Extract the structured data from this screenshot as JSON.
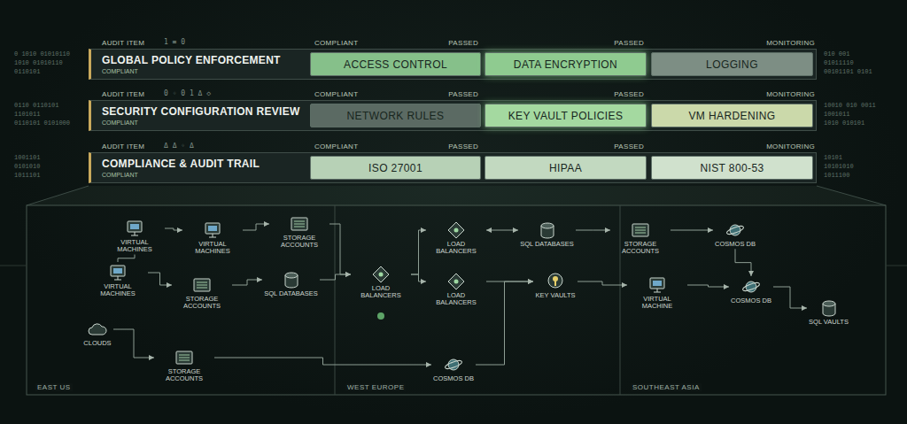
{
  "diagram": {
    "nodes": [
      {
        "text": [
          "GLOBAL POLICY ENFORCEMENT",
          "COMPLIANT"
        ]
      },
      {
        "text": [
          "ACCESS CONTROL"
        ],
        "in": 0
      },
      {
        "text": [
          "DATA ENCRYPTION"
        ],
        "in": 0
      },
      {
        "text": [
          "LOGGING"
        ],
        "in": 0
      },
      {
        "text": [
          "SECURITY CONFIGURATION REVIEW",
          "COMPLIANT"
        ]
      },
      {
        "text": [
          "NETWORK RULES"
        ],
        "in": 4
      },
      {
        "text": [
          "KEY VAULT POLICIES"
        ],
        "in": 4
      },
      {
        "text": [
          "VM HARDENING"
        ],
        "in": 4
      },
      {
        "text": [
          "COMPLIANCE & AUDIT TRAIL",
          "COMPLIANT"
        ]
      },
      {
        "text": [
          "ISO 27001"
        ],
        "in": 8
      },
      {
        "text": [
          "HIPAA"
        ],
        "in": 8
      },
      {
        "text": [
          "NIST 800-53"
        ],
        "in": 8
      },
      {
        "text": [
          "VIRTUAL MACHINES"
        ]
      },
      {
        "text": [
          "VIRTUAL MACHINES"
        ]
      },
      {
        "text": [
          "STORAGE ACCOUNTS"
        ]
      },
      {
        "text": [
          "VIRTUAL MACHINES"
        ]
      },
      {
        "text": [
          "STORAGE ACCOUNTS"
        ]
      },
      {
        "text": [
          "SQL DATABASES"
        ]
      },
      {
        "text": [
          "CLOUDS"
        ]
      },
      {
        "text": [
          "STORAGE ACCOUNTS"
        ]
      },
      {
        "text": [
          "LOAD BALANCERS"
        ]
      },
      {
        "text": [
          "LOAD BALANCERS"
        ]
      },
      {
        "text": [
          "LOAD BALANCERS"
        ]
      },
      {
        "text": [
          "COSMOS DB"
        ]
      },
      {
        "text": [
          "SQL DATABASES"
        ]
      },
      {
        "text": [
          "KEY VAULTS"
        ]
      },
      {
        "text": [
          "STORAGE ACCOUNTS"
        ]
      },
      {
        "text": [
          "VIRTUAL MACHINE"
        ]
      },
      {
        "text": [
          "COSMOS DB"
        ]
      },
      {
        "text": [
          "COSMOS DB"
        ]
      },
      {
        "text": [
          "SQL VAULTS"
        ]
      }
    ],
    "edges": [
      {
        "from": 12,
        "to": 13,
        "arrow": "to"
      },
      {
        "from": 13,
        "to": 14,
        "arrow": "to"
      },
      {
        "from": 12,
        "to": 15,
        "arrow": "none"
      },
      {
        "from": 15,
        "to": 16,
        "arrow": "to"
      },
      {
        "from": 16,
        "to": 17,
        "arrow": "to"
      },
      {
        "from": 17,
        "to": 20,
        "arrow": "to"
      },
      {
        "from": 14,
        "to": 20,
        "arrow": "to"
      },
      {
        "from": 18,
        "to": 19,
        "arrow": "to"
      },
      {
        "from": 19,
        "to": 23,
        "arrow": "to"
      },
      {
        "from": 20,
        "to": 21,
        "arrow": "to"
      },
      {
        "from": 20,
        "to": 22,
        "arrow": "to"
      },
      {
        "from": 21,
        "to": 24,
        "arrow": "both"
      },
      {
        "from": 24,
        "to": 26,
        "arrow": "to"
      },
      {
        "from": 22,
        "to": 25,
        "arrow": "to"
      },
      {
        "from": 23,
        "to": 25,
        "arrow": "to"
      },
      {
        "from": 25,
        "to": 27,
        "arrow": "to"
      },
      {
        "from": 26,
        "to": 28,
        "arrow": "to"
      },
      {
        "from": 27,
        "to": 29,
        "arrow": "to"
      },
      {
        "from": 28,
        "to": 29,
        "arrow": "to"
      },
      {
        "from": 29,
        "to": 30,
        "arrow": "to"
      }
    ],
    "labels": [
      "AUDIT ITEM",
      "COMPLIANT",
      "PASSED",
      "PASSED",
      "MONITORING",
      "AUDIT ITEM",
      "COMPLIANT",
      "PASSED",
      "PASSED",
      "MONITORING",
      "AUDIT ITEM",
      "COMPLIANT",
      "PASSED",
      "PASSED",
      "MONITORING",
      "1 ≡ 0",
      "0 ◦ 0 1 Δ ◇",
      "Δ Δ ◦ Δ",
      "EAST US",
      "WEST EUROPE",
      "SOUTHEAST ASIA",
      "0 1010 01010110",
      "1010 01010110",
      "0110101",
      "010 001",
      "01011110",
      "00101101 0101",
      "0110 0110101",
      "1101011",
      "0110101 0101000",
      "10010 010 0011",
      "1001011",
      "1010 010101",
      "1001101",
      "0101010",
      "1011101",
      "10101",
      "10101010",
      "1011100"
    ]
  }
}
